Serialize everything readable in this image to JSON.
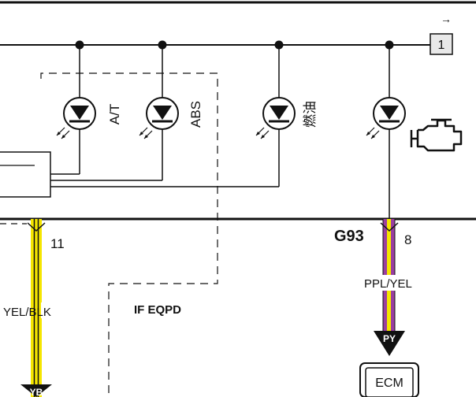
{
  "page_ref": {
    "number": "1",
    "arrow": "→"
  },
  "indicators": [
    {
      "label": "A/T"
    },
    {
      "label": "ABS"
    },
    {
      "label": "燃油"
    },
    {
      "label": ""
    }
  ],
  "connectors": {
    "left": {
      "pin": "11",
      "wire_color": "YEL/BLK",
      "end_code": "YB"
    },
    "right": {
      "name": "G93",
      "pin": "8",
      "wire_color": "PPL/YEL",
      "end_code": "PY"
    }
  },
  "option_note": "IF EQPD",
  "ecm_label": "ECM",
  "colors": {
    "line": "#111111",
    "wire_yellow": "#f5e600",
    "wire_purple": "#9b3fa0"
  },
  "icons": [
    "led-icon",
    "engine-check-icon",
    "arrow-right-icon"
  ]
}
